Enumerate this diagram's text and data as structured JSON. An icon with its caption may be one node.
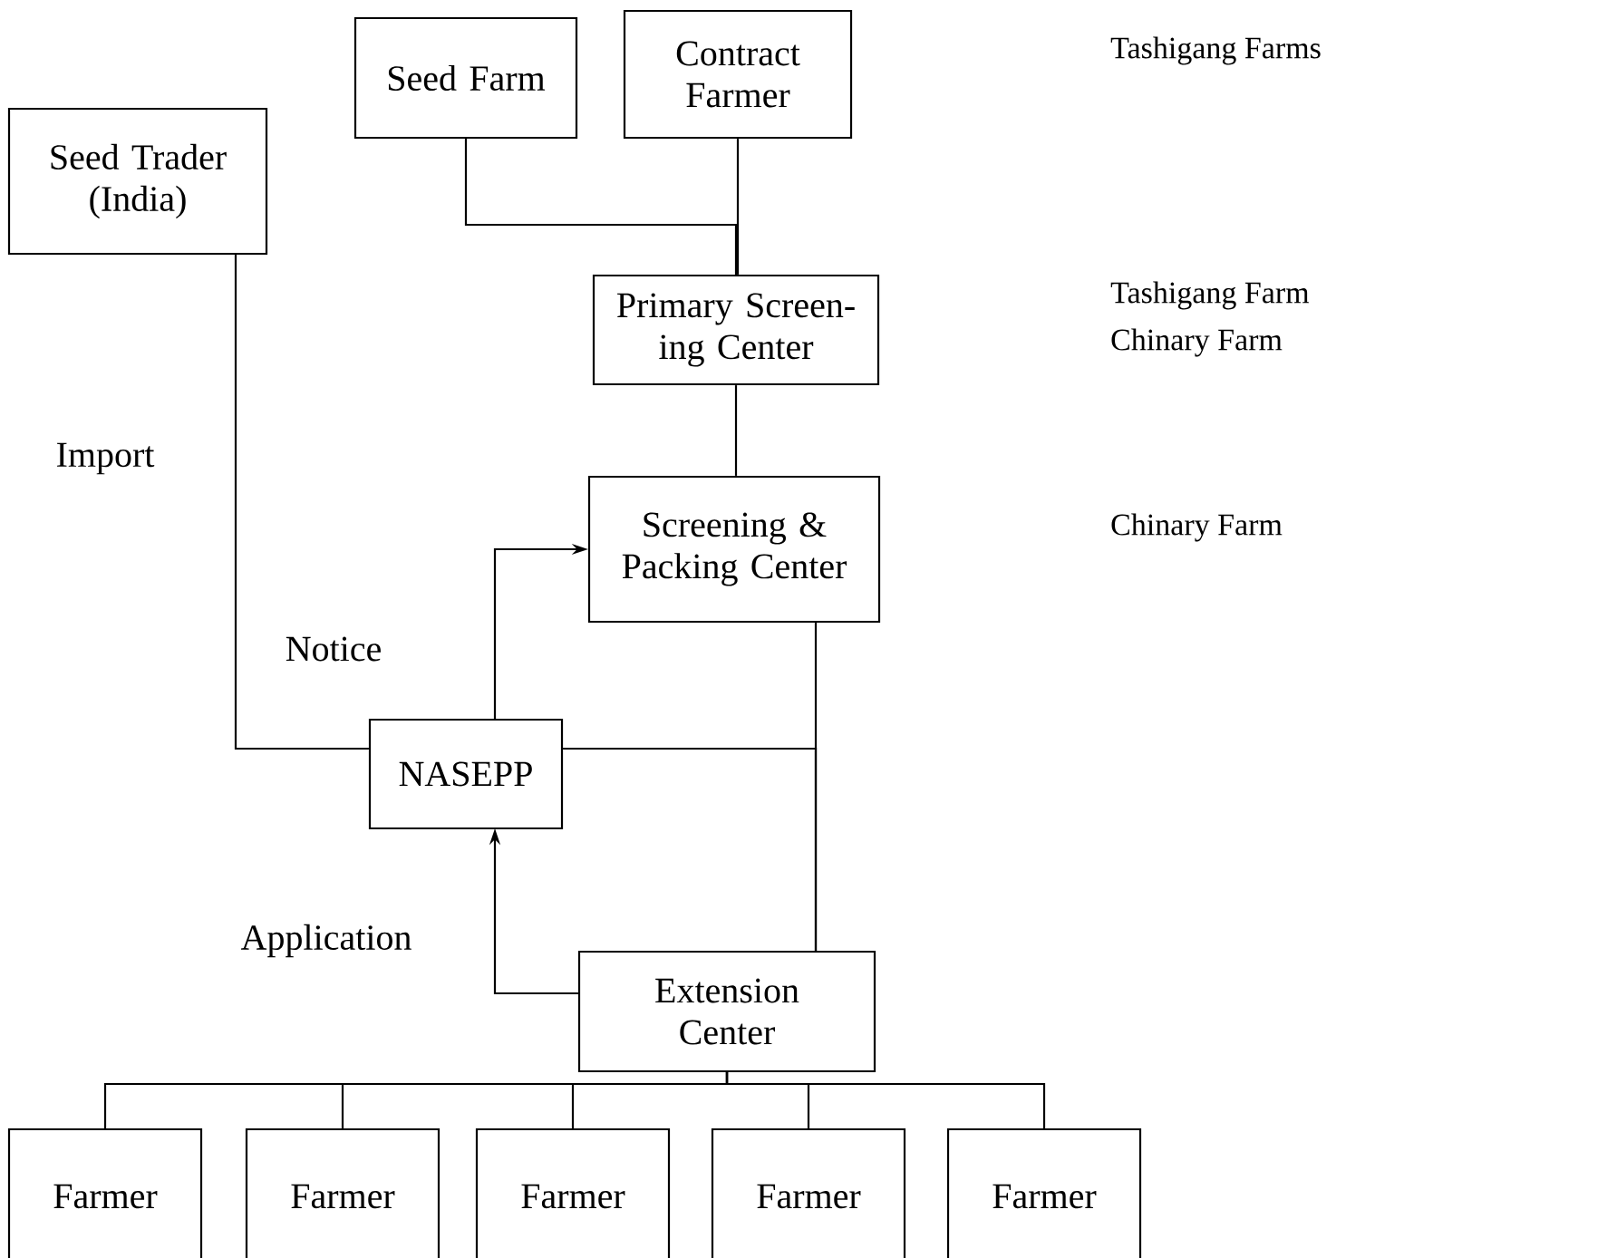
{
  "diagram": {
    "nodes": [
      {
        "text": [
          "Seed Farm"
        ]
      },
      {
        "text": [
          "Contract Farmer"
        ]
      },
      {
        "text": [
          "Seed Trader (India)"
        ]
      },
      {
        "text": [
          "Primary Screen- ing Center"
        ]
      },
      {
        "text": [
          "Screening & Packing Center"
        ]
      },
      {
        "text": [
          "NASEPP"
        ]
      },
      {
        "text": [
          "Extension Center"
        ]
      },
      {
        "text": [
          "Farmer"
        ]
      },
      {
        "text": [
          "Farmer"
        ]
      },
      {
        "text": [
          "Farmer"
        ]
      },
      {
        "text": [
          "Farmer"
        ]
      },
      {
        "text": [
          "Farmer"
        ]
      }
    ],
    "edges": [
      {
        "from": 0,
        "to": 3,
        "arrow": "none"
      },
      {
        "from": 1,
        "to": 3,
        "arrow": "none"
      },
      {
        "from": 3,
        "to": 4,
        "arrow": "none"
      },
      {
        "from": 4,
        "to": 6,
        "arrow": "none"
      },
      {
        "from": 2,
        "to": 5,
        "arrow": "none",
        "label": "Import"
      },
      {
        "from": 5,
        "to": 4,
        "arrow": "to",
        "label": "Notice"
      },
      {
        "from": 6,
        "to": 5,
        "arrow": "to",
        "label": "Application"
      },
      {
        "from": 5,
        "to": 6,
        "arrow": "none"
      },
      {
        "from": 6,
        "to": 7,
        "arrow": "none"
      },
      {
        "from": 6,
        "to": 8,
        "arrow": "none"
      },
      {
        "from": 6,
        "to": 9,
        "arrow": "none"
      },
      {
        "from": 6,
        "to": 10,
        "arrow": "none"
      },
      {
        "from": 6,
        "to": 11,
        "arrow": "none"
      }
    ],
    "labels": [
      "Tashigang Farms",
      "Tashigang Farm",
      "Chinary Farm",
      "Chinary Farm"
    ]
  }
}
